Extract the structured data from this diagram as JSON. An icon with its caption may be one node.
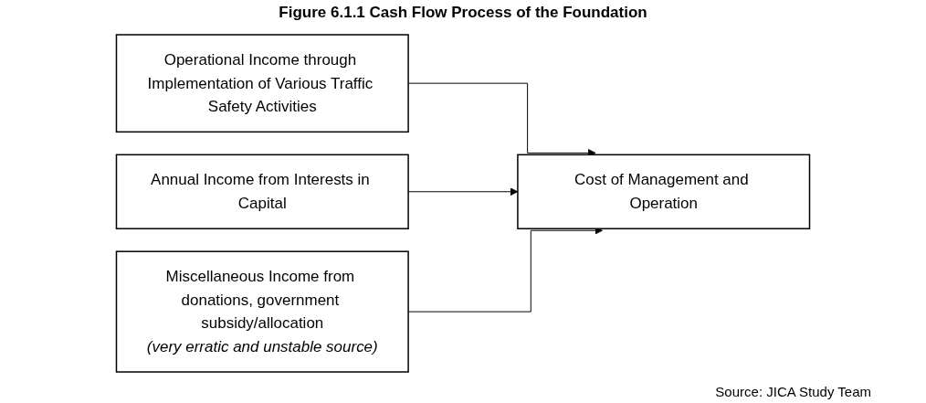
{
  "diagram": {
    "title": "Figure 6.1.1  Cash Flow Process of the Foundation",
    "nodes": [
      {
        "text": [
          "Operational Income through Implementation of Various Traffic Safety Activities"
        ]
      },
      {
        "text": [
          "Annual Income from Interests in Capital"
        ]
      },
      {
        "text": [
          "Miscellaneous Income from donations, government subsidy/allocation",
          "(very erratic and unstable source)"
        ]
      },
      {
        "text": [
          "Cost of Management and Operation"
        ]
      }
    ],
    "edges": [
      {
        "from": 0,
        "to": 3,
        "arrow": "to"
      },
      {
        "from": 1,
        "to": 3,
        "arrow": "to"
      },
      {
        "from": 2,
        "to": 3,
        "arrow": "to"
      }
    ],
    "labels": [
      "Source:  JICA Study Team"
    ]
  }
}
